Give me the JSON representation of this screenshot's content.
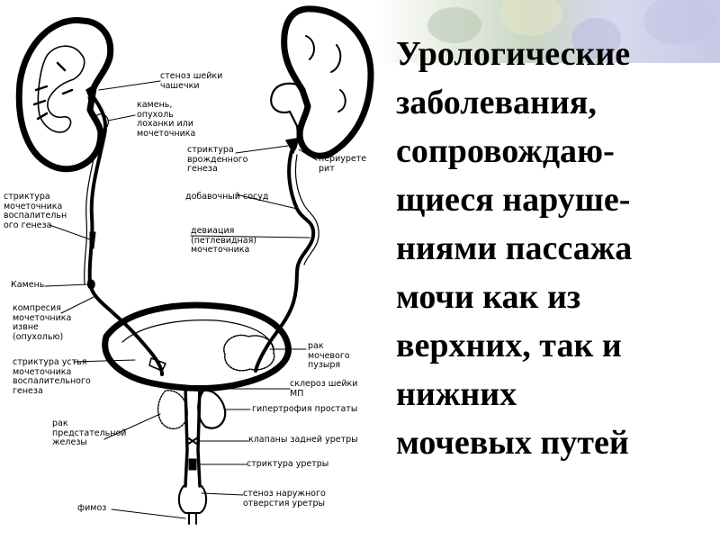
{
  "slide": {
    "title": "Урологические\nзаболевания,\nсопровождаю-\nщиеся  наруше-\nниями пассажа\nмочи как из\nверхних, так и\nнижних\nмочевых путей"
  },
  "diagram": {
    "labels": {
      "calyx_neck_stenosis": "стеноз шейки\nчашечки",
      "pelvis_stone_tumor": "камень,\nопухоль\nлоханки или\nмочеточника",
      "congenital_stricture": "стриктура\nврожденного\nгенеза",
      "periureteritis": "периурете\nрит",
      "accessory_vessel": "добавочный сосуд",
      "inflammatory_stricture": "стриктура\nмочеточника\nвоспалительн\nого генеза",
      "ureter_deviation": "девиация\n(петлевидная)\nмочеточника",
      "stone": "Камень",
      "external_compression": "компресия\nмочеточника\nизвне\n(опухолью)",
      "orifice_stricture": "стриктура устья\nмочеточника\nвоспалительного\nгенеза",
      "bladder_cancer": "рак\nмочевого\nпузыря",
      "bladder_neck_sclerosis": "склероз шейки\nМП",
      "prostate_hypertrophy": "гипертрофия простаты",
      "prostate_cancer": "рак\nпредстательной\nжелезы",
      "posterior_urethral_valves": "клапаны задней уретры",
      "urethral_stricture": "стриктура уретры",
      "phimosis": "фимоз",
      "meatal_stenosis": "стеноз наружного\nотверстия уретры"
    }
  }
}
